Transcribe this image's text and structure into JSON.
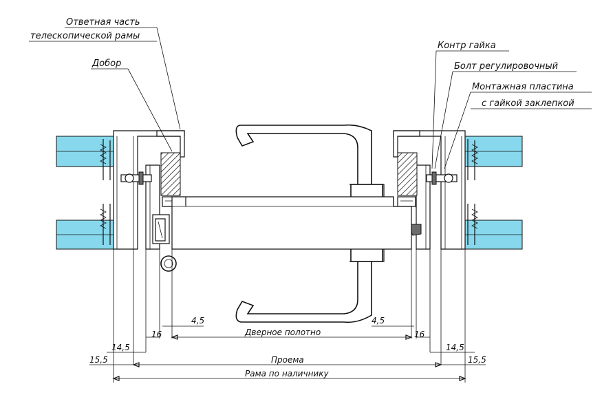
{
  "labels": {
    "telescopic_part_line1": "Ответная часть",
    "telescopic_part_line2": "телескопической рамы",
    "dobor": "Добор",
    "kontr_gaika": "Контр гайка",
    "bolt": "Болт регулировочный",
    "plate_line1": "Монтажная пластина",
    "plate_line2": "с гайкой заклепкой"
  },
  "dimensions": {
    "gap_left": "4,5",
    "gap_right": "4,5",
    "door_leaf": "Дверное полотно",
    "left_16": "16",
    "right_16": "16",
    "left_14_5": "14,5",
    "right_14_5": "14,5",
    "left_15_5": "15,5",
    "right_15_5": "15,5",
    "opening": "Проема",
    "frame_by_trim": "Рама по наличнику"
  },
  "colors": {
    "glass": "#87d8ec",
    "line": "#111111",
    "insert": "#6b6b6b"
  }
}
